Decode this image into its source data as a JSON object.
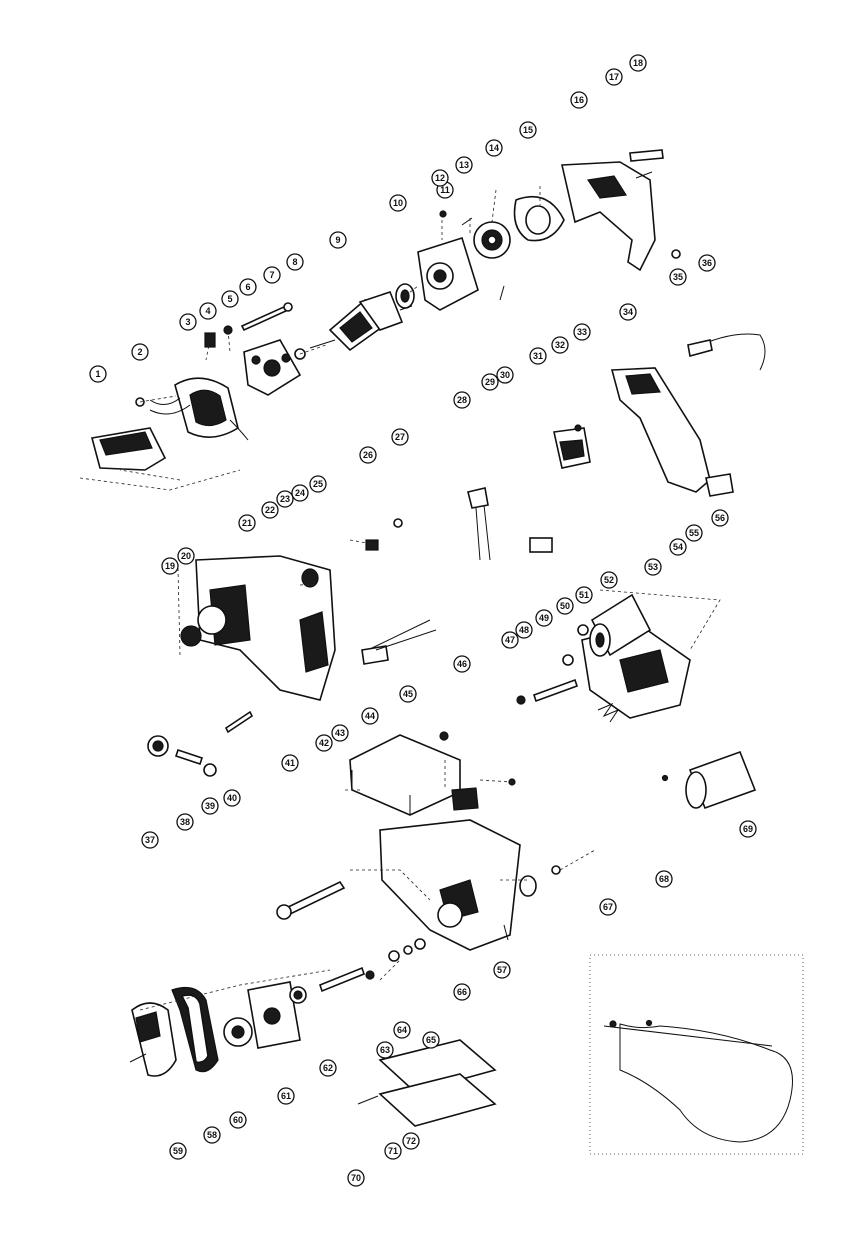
{
  "diagram": {
    "labels": [
      "1",
      "2",
      "3",
      "4",
      "5",
      "6",
      "7",
      "8",
      "9",
      "10",
      "11",
      "12",
      "13",
      "14",
      "15",
      "16",
      "17",
      "18",
      "19",
      "20",
      "21",
      "22",
      "23",
      "24",
      "25",
      "26",
      "27",
      "28",
      "29",
      "30",
      "31",
      "32",
      "33",
      "34",
      "35",
      "36",
      "37",
      "38",
      "39",
      "40",
      "41",
      "42",
      "43",
      "44",
      "45",
      "46",
      "47",
      "48",
      "49",
      "50",
      "51",
      "52",
      "53",
      "54",
      "55",
      "56",
      "57",
      "58",
      "59",
      "60",
      "61",
      "62",
      "63",
      "64",
      "65",
      "66",
      "67",
      "68",
      "69",
      "70",
      "71",
      "72"
    ]
  }
}
